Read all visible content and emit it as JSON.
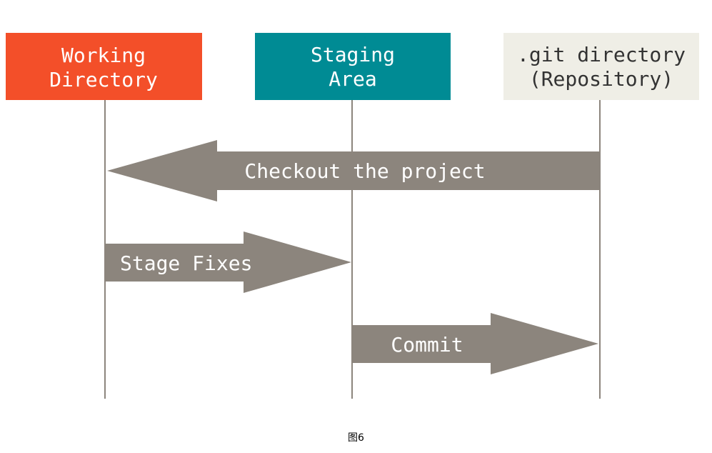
{
  "diagram": {
    "columns": {
      "working": {
        "line1": "Working",
        "line2": "Directory",
        "color": "#f34f29",
        "text_color": "#ffffff"
      },
      "staging": {
        "line1": "Staging",
        "line2": "Area",
        "color": "#008b94",
        "text_color": "#ffffff"
      },
      "repository": {
        "line1": ".git directory",
        "line2": "(Repository)",
        "color": "#efeee6",
        "text_color": "#333333"
      }
    },
    "arrows": {
      "checkout": {
        "label": "Checkout the project"
      },
      "stage": {
        "label": "Stage Fixes"
      },
      "commit": {
        "label": "Commit"
      }
    },
    "colors": {
      "arrow": "#8c857d",
      "lifeline": "#8c857d"
    }
  },
  "caption": "图6"
}
